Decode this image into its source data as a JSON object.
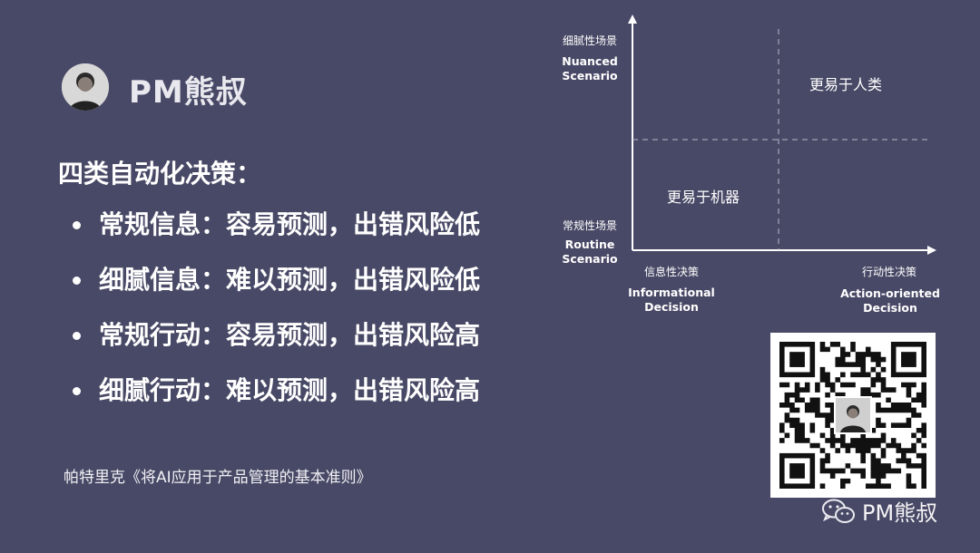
{
  "brand": {
    "name": "PM熊叔"
  },
  "heading": "四类自动化决策：",
  "bullets": [
    "常规信息：容易预测，出错风险低",
    "细腻信息：难以预测，出错风险低",
    "常规行动：容易预测，出错风险高",
    "细腻行动：难以预测，出错风险高"
  ],
  "source": "帕特里克《将AI应用于产品管理的基本准则》",
  "diagram": {
    "y_top_cn": "细腻性场景",
    "y_top_en_1": "Nuanced",
    "y_top_en_2": "Scenario",
    "y_bottom_cn": "常规性场景",
    "y_bottom_en_1": "Routine",
    "y_bottom_en_2": "Scenario",
    "x_left_cn": "信息性决策",
    "x_left_en_1": "Informational",
    "x_left_en_2": "Decision",
    "x_right_cn": "行动性决策",
    "x_right_en_1": "Action-oriented",
    "x_right_en_2": "Decision",
    "quad_top_right": "更易于人类",
    "quad_bottom_left": "更易于机器"
  },
  "watermark": {
    "name": "PM熊叔",
    "icon": "wechat-icon"
  },
  "colors": {
    "background": "#484966",
    "text": "#ffffff"
  }
}
